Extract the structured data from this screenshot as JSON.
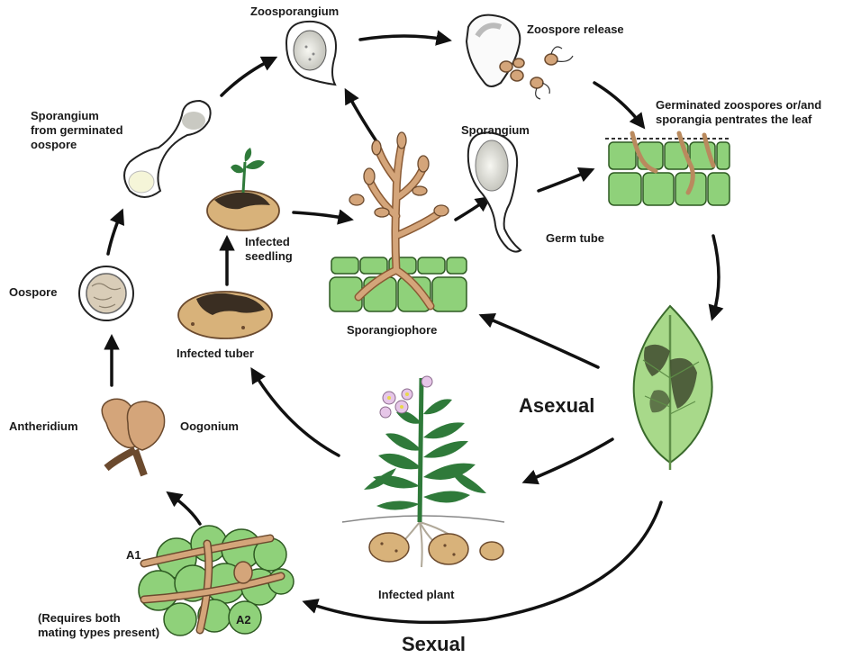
{
  "labels": {
    "zoosporangium": "Zoosporangium",
    "zoospore_release": "Zoospore release",
    "germinated_zoospores": "Germinated zoospores or/and\nsporangia pentrates the leaf",
    "sporangium_oospore": "Sporangium\nfrom germinated\noospore",
    "sporangium": "Sporangium",
    "germ_tube": "Germ tube",
    "infected_seedling": "Infected\nseedling",
    "oospore": "Oospore",
    "infected_tuber": "Infected tuber",
    "sporangiophore": "Sporangiophore",
    "asexual": "Asexual",
    "antheridium": "Antheridium",
    "oogonium": "Oogonium",
    "infected_plant": "Infected plant",
    "a1": "A1",
    "a2": "A2",
    "requires_both": "(Requires both\nmating types present)",
    "sexual": "Sexual"
  },
  "colors": {
    "tan": "#d4a57a",
    "tan_dark": "#8a5a34",
    "cell_green": "#8fd17a",
    "leaf_green": "#a8d98a",
    "lesion": "#3f4a2e",
    "plant_green": "#2f7a3a",
    "flower": "#e6c6e8",
    "arrow": "#111111"
  }
}
